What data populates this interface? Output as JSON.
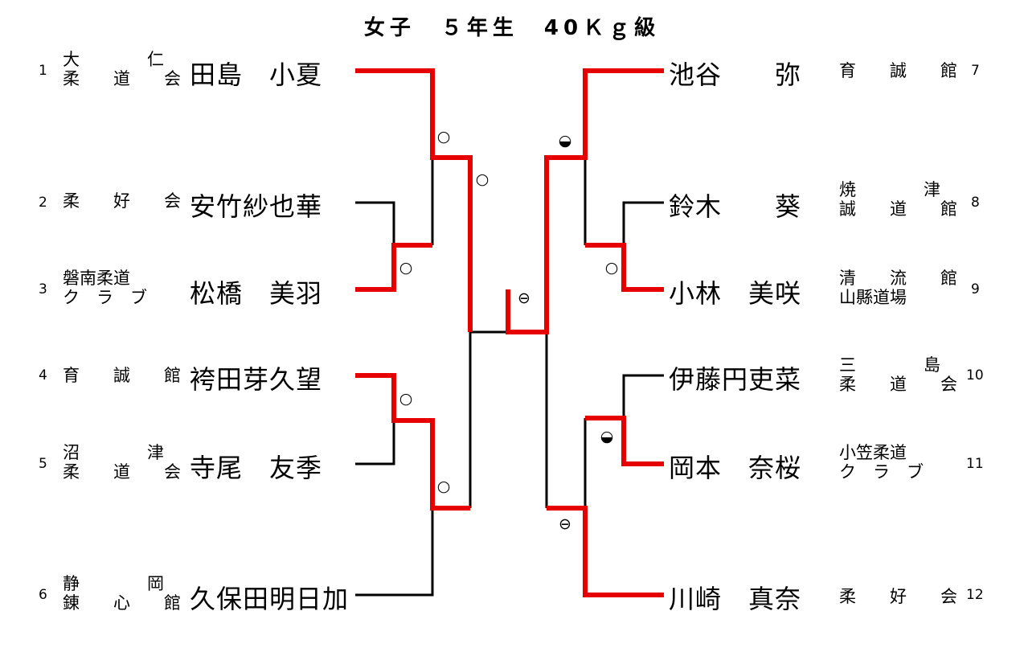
{
  "title": "女子　５年生　40Ｋｇ級",
  "colors": {
    "winner_line": "#e60000",
    "loser_line": "#000000",
    "text": "#000000"
  },
  "left": [
    {
      "num": "1",
      "club_line1": "大　　　　仁",
      "club_line2": "柔　　道　　会",
      "name": "田島　小夏"
    },
    {
      "num": "2",
      "club_line1": "柔　　好　　会",
      "club_line2": "",
      "name": "安竹紗也華"
    },
    {
      "num": "3",
      "club_line1": "磐南柔道",
      "club_line2": "ク　ラ　ブ",
      "name": "松橋　美羽"
    },
    {
      "num": "4",
      "club_line1": "育　　誠　　館",
      "club_line2": "",
      "name": "袴田芽久望"
    },
    {
      "num": "5",
      "club_line1": "沼　　　　津",
      "club_line2": "柔　　道　　会",
      "name": "寺尾　友季"
    },
    {
      "num": "6",
      "club_line1": "静　　　　岡",
      "club_line2": "錬　　心　　館",
      "name": "久保田明日加"
    }
  ],
  "right": [
    {
      "num": "7",
      "club_line1": "育　　誠　　館",
      "club_line2": "",
      "name": "池谷　　弥"
    },
    {
      "num": "8",
      "club_line1": "焼　　　　津",
      "club_line2": "誠　　道　　館",
      "name": "鈴木　　葵"
    },
    {
      "num": "9",
      "club_line1": "清　　流　　館",
      "club_line2": "山縣道場",
      "name": "小林　美咲"
    },
    {
      "num": "10",
      "club_line1": "三　　　　島",
      "club_line2": "柔　　道　　会",
      "name": "伊藤円吏菜"
    },
    {
      "num": "11",
      "club_line1": "小笠柔道",
      "club_line2": "ク　ラ　ブ",
      "name": "岡本　奈桜"
    },
    {
      "num": "12",
      "club_line1": "柔　　好　　会",
      "club_line2": "",
      "name": "川崎　真奈"
    }
  ],
  "result_marks": [
    "○",
    "○",
    "○",
    "○",
    "○",
    "○",
    "◒",
    "○",
    "◒",
    "⊖",
    "⊖"
  ]
}
